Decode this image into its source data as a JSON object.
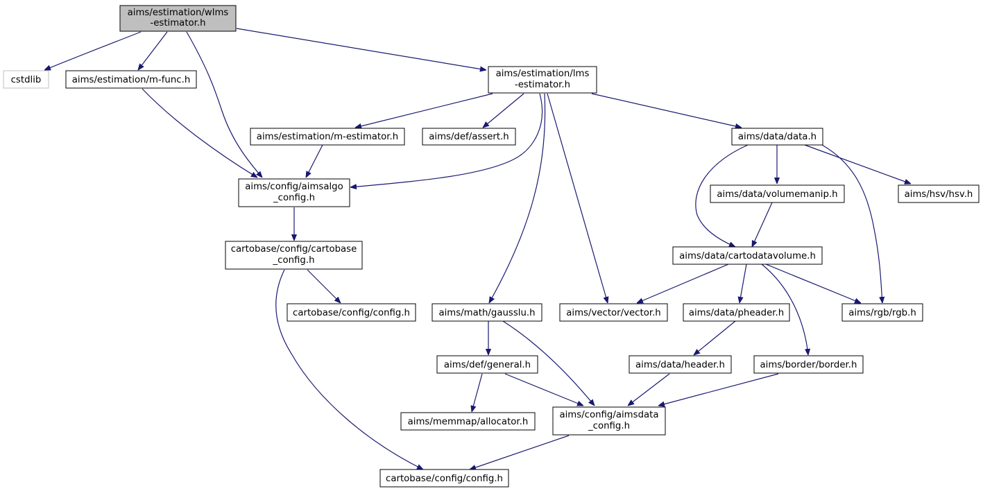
{
  "graph": {
    "colors": {
      "edge": "#191970",
      "node_border": "#000000",
      "external_border": "#bfbfbf",
      "root_fill": "#bfbfbf",
      "node_fill": "#ffffff",
      "background": "#ffffff"
    },
    "nodes": [
      {
        "id": "wlms",
        "lines": [
          "aims/estimation/wlms",
          "-estimator.h"
        ],
        "style": "root"
      },
      {
        "id": "cstdlib",
        "lines": [
          "cstdlib"
        ],
        "style": "external"
      },
      {
        "id": "mfunc",
        "lines": [
          "aims/estimation/m-func.h"
        ],
        "style": "normal"
      },
      {
        "id": "lms",
        "lines": [
          "aims/estimation/lms",
          "-estimator.h"
        ],
        "style": "normal"
      },
      {
        "id": "mest",
        "lines": [
          "aims/estimation/m-estimator.h"
        ],
        "style": "normal"
      },
      {
        "id": "assert",
        "lines": [
          "aims/def/assert.h"
        ],
        "style": "normal"
      },
      {
        "id": "data",
        "lines": [
          "aims/data/data.h"
        ],
        "style": "normal"
      },
      {
        "id": "algocfg",
        "lines": [
          "aims/config/aimsalgo",
          "_config.h"
        ],
        "style": "normal"
      },
      {
        "id": "volmanip",
        "lines": [
          "aims/data/volumemanip.h"
        ],
        "style": "normal"
      },
      {
        "id": "hsv",
        "lines": [
          "aims/hsv/hsv.h"
        ],
        "style": "normal"
      },
      {
        "id": "cbcfg",
        "lines": [
          "cartobase/config/cartobase",
          "_config.h"
        ],
        "style": "normal"
      },
      {
        "id": "cdvol",
        "lines": [
          "aims/data/cartodatavolume.h"
        ],
        "style": "normal"
      },
      {
        "id": "config1",
        "lines": [
          "cartobase/config/config.h"
        ],
        "style": "normal"
      },
      {
        "id": "gausslu",
        "lines": [
          "aims/math/gausslu.h"
        ],
        "style": "normal"
      },
      {
        "id": "vector",
        "lines": [
          "aims/vector/vector.h"
        ],
        "style": "normal"
      },
      {
        "id": "pheader",
        "lines": [
          "aims/data/pheader.h"
        ],
        "style": "normal"
      },
      {
        "id": "rgb",
        "lines": [
          "aims/rgb/rgb.h"
        ],
        "style": "normal"
      },
      {
        "id": "general",
        "lines": [
          "aims/def/general.h"
        ],
        "style": "normal"
      },
      {
        "id": "header",
        "lines": [
          "aims/data/header.h"
        ],
        "style": "normal"
      },
      {
        "id": "border",
        "lines": [
          "aims/border/border.h"
        ],
        "style": "normal"
      },
      {
        "id": "allocator",
        "lines": [
          "aims/memmap/allocator.h"
        ],
        "style": "normal"
      },
      {
        "id": "datacfg",
        "lines": [
          "aims/config/aimsdata",
          "_config.h"
        ],
        "style": "normal"
      },
      {
        "id": "config2",
        "lines": [
          "cartobase/config/config.h"
        ],
        "style": "normal"
      }
    ],
    "edges": [
      {
        "from": "wlms",
        "to": "cstdlib"
      },
      {
        "from": "wlms",
        "to": "mfunc"
      },
      {
        "from": "wlms",
        "to": "algocfg"
      },
      {
        "from": "wlms",
        "to": "lms"
      },
      {
        "from": "mfunc",
        "to": "algocfg"
      },
      {
        "from": "lms",
        "to": "mest"
      },
      {
        "from": "lms",
        "to": "assert"
      },
      {
        "from": "lms",
        "to": "algocfg"
      },
      {
        "from": "lms",
        "to": "gausslu"
      },
      {
        "from": "lms",
        "to": "vector"
      },
      {
        "from": "lms",
        "to": "data"
      },
      {
        "from": "mest",
        "to": "algocfg"
      },
      {
        "from": "algocfg",
        "to": "cbcfg"
      },
      {
        "from": "cbcfg",
        "to": "config1"
      },
      {
        "from": "cbcfg",
        "to": "config2"
      },
      {
        "from": "data",
        "to": "volmanip"
      },
      {
        "from": "data",
        "to": "hsv"
      },
      {
        "from": "data",
        "to": "cdvol"
      },
      {
        "from": "data",
        "to": "rgb"
      },
      {
        "from": "volmanip",
        "to": "cdvol"
      },
      {
        "from": "cdvol",
        "to": "vector"
      },
      {
        "from": "cdvol",
        "to": "pheader"
      },
      {
        "from": "cdvol",
        "to": "rgb"
      },
      {
        "from": "cdvol",
        "to": "border"
      },
      {
        "from": "gausslu",
        "to": "general"
      },
      {
        "from": "gausslu",
        "to": "datacfg"
      },
      {
        "from": "general",
        "to": "allocator"
      },
      {
        "from": "general",
        "to": "datacfg"
      },
      {
        "from": "pheader",
        "to": "header"
      },
      {
        "from": "header",
        "to": "datacfg"
      },
      {
        "from": "border",
        "to": "datacfg"
      },
      {
        "from": "datacfg",
        "to": "config2"
      }
    ]
  }
}
